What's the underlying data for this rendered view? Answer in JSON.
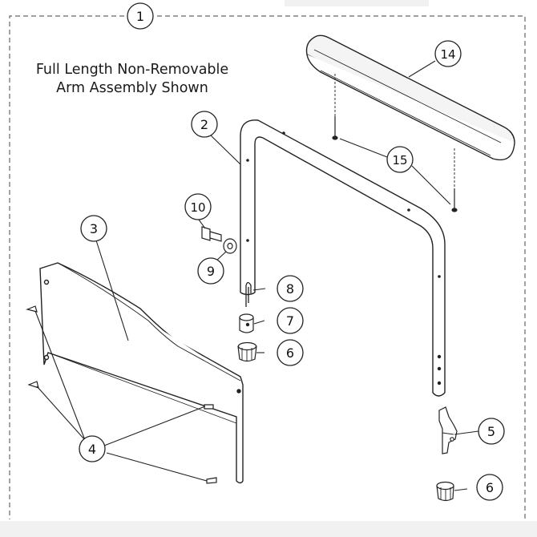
{
  "caption": {
    "line1": "Full Length Non-Removable",
    "line2": "Arm Assembly Shown"
  },
  "callouts": [
    {
      "id": "assembly",
      "label": "1"
    },
    {
      "id": "frame",
      "label": "2"
    },
    {
      "id": "side-panel",
      "label": "3"
    },
    {
      "id": "panel-screws",
      "label": "4"
    },
    {
      "id": "latch",
      "label": "5"
    },
    {
      "id": "knob-upper",
      "label": "6"
    },
    {
      "id": "knob-lower",
      "label": "6"
    },
    {
      "id": "bushing",
      "label": "7"
    },
    {
      "id": "clip",
      "label": "8"
    },
    {
      "id": "washer",
      "label": "9"
    },
    {
      "id": "bolt",
      "label": "10"
    },
    {
      "id": "armpad",
      "label": "14"
    },
    {
      "id": "armpad-screws",
      "label": "15"
    }
  ]
}
